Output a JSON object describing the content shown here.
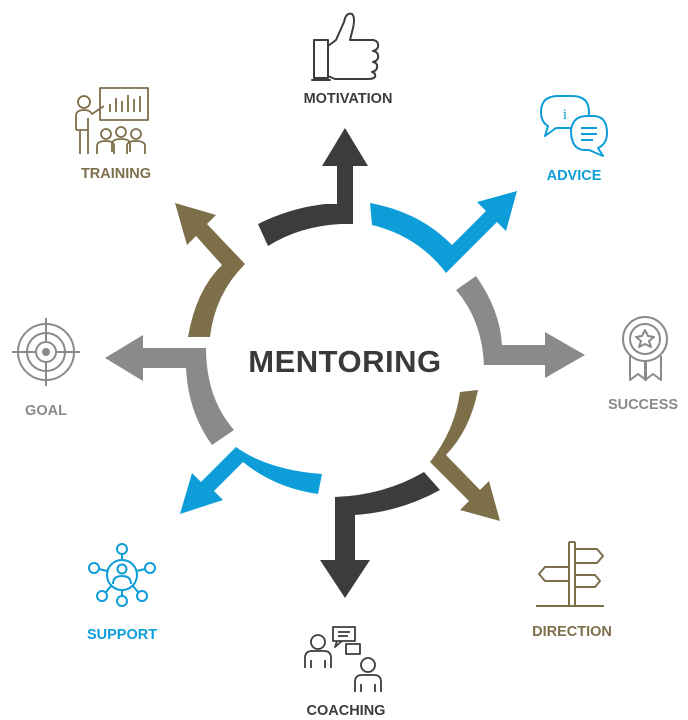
{
  "center": {
    "label": "MENTORING"
  },
  "colors": {
    "dark": "#3c3c3e",
    "blue": "#0d9dd9",
    "gray": "#8a8a8d",
    "olive": "#7d6f4a"
  },
  "nodes": [
    {
      "key": "motivation",
      "label": "MOTIVATION",
      "color": "dark",
      "icon": "thumbs-up-icon"
    },
    {
      "key": "advice",
      "label": "ADVICE",
      "color": "blue",
      "icon": "speech-bubbles-info-icon"
    },
    {
      "key": "success",
      "label": "SUCCESS",
      "color": "gray",
      "icon": "award-medal-icon"
    },
    {
      "key": "direction",
      "label": "DIRECTION",
      "color": "olive",
      "icon": "signpost-icon"
    },
    {
      "key": "coaching",
      "label": "COACHING",
      "color": "dark",
      "icon": "conversation-people-icon"
    },
    {
      "key": "support",
      "label": "SUPPORT",
      "color": "blue",
      "icon": "network-person-icon"
    },
    {
      "key": "goal",
      "label": "GOAL",
      "color": "gray",
      "icon": "target-icon"
    },
    {
      "key": "training",
      "label": "TRAINING",
      "color": "olive",
      "icon": "presentation-icon"
    }
  ]
}
